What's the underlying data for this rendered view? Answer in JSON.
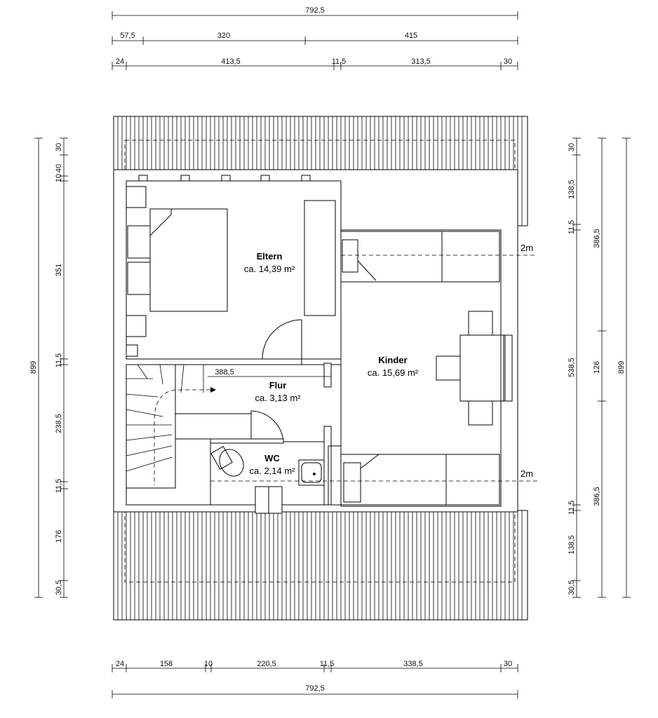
{
  "dimensions": {
    "top": {
      "total": "792,5",
      "row2": [
        "57,5",
        "320",
        "415"
      ],
      "row3": [
        "24",
        "413,5",
        "11,5",
        "313,5",
        "30"
      ]
    },
    "bottom": {
      "row1": [
        "24",
        "158",
        "10",
        "220,5",
        "11,5",
        "338,5",
        "30"
      ],
      "total": "792,5"
    },
    "left": {
      "total": "899",
      "segments": [
        "30",
        "10",
        "40",
        "351",
        "11,5",
        "238,5",
        "11,5",
        "176",
        "30,5"
      ]
    },
    "right": {
      "total": "899",
      "inner": [
        "30",
        "138,5",
        "11,5",
        "11,5",
        "138,5",
        "30,5"
      ],
      "middle": [
        "538,5"
      ],
      "outer": [
        "386,5",
        "126",
        "386,5"
      ]
    }
  },
  "rooms": [
    {
      "name": "Eltern",
      "area": "ca. 14,39 m²"
    },
    {
      "name": "Kinder",
      "area": "ca. 15,69 m²"
    },
    {
      "name": "Flur",
      "area": "ca. 3,13 m²"
    },
    {
      "name": "WC",
      "area": "ca. 2,14 m²"
    }
  ],
  "annotations": {
    "height_line_top": "2m",
    "height_line_bottom": "2m",
    "flur_dimension": "388,5"
  }
}
